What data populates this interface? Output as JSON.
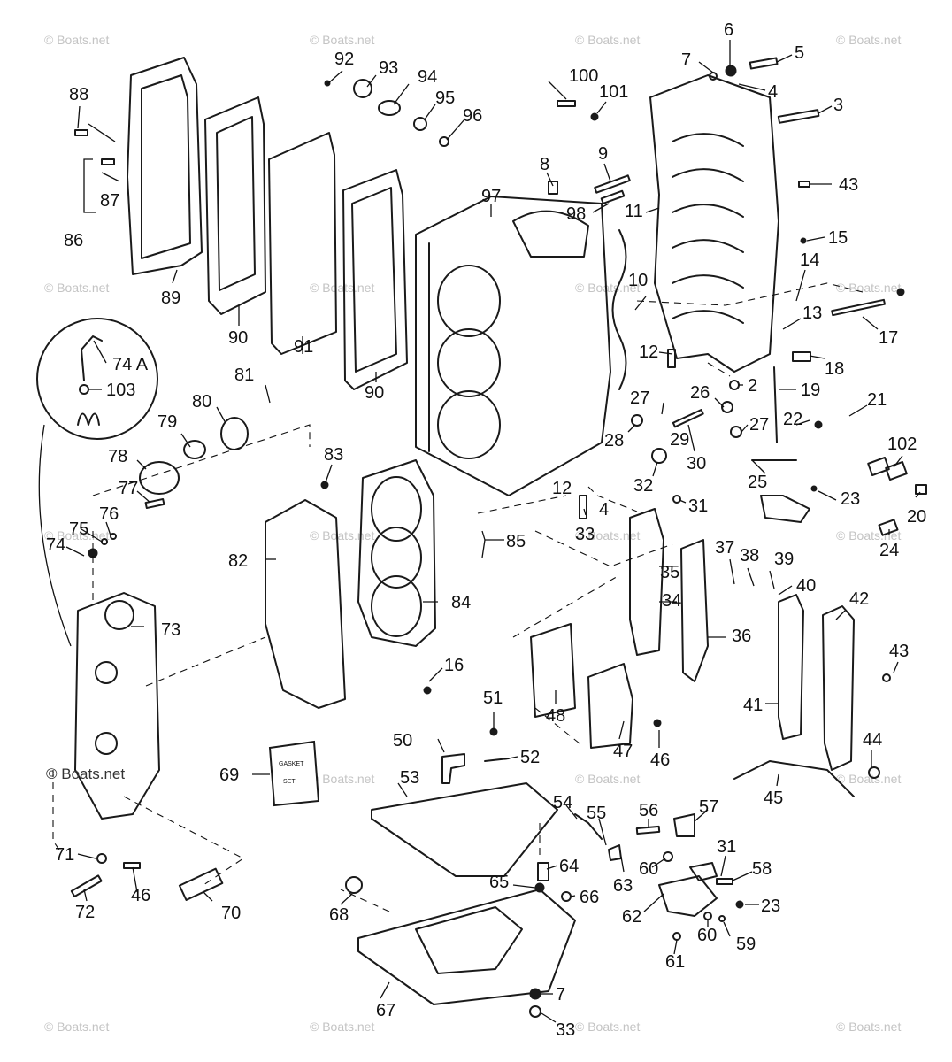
{
  "watermark": "© Boats.net",
  "overlay_watermark": "© Boats.net",
  "callouts": [
    "2",
    "3",
    "4",
    "4",
    "5",
    "6",
    "7",
    "7",
    "8",
    "9",
    "10",
    "11",
    "12",
    "12",
    "13",
    "14",
    "15",
    "16",
    "17",
    "18",
    "19",
    "20",
    "21",
    "22",
    "23",
    "23",
    "24",
    "25",
    "26",
    "27",
    "27",
    "28",
    "29",
    "30",
    "31",
    "31",
    "32",
    "33",
    "33",
    "34",
    "35",
    "36",
    "37",
    "38",
    "39",
    "40",
    "41",
    "42",
    "43",
    "43",
    "44",
    "45",
    "46",
    "46",
    "47",
    "48",
    "50",
    "51",
    "52",
    "53",
    "54",
    "55",
    "56",
    "57",
    "58",
    "59",
    "60",
    "60",
    "61",
    "62",
    "63",
    "64",
    "65",
    "66",
    "67",
    "68",
    "69",
    "70",
    "71",
    "72",
    "73",
    "74",
    "74 A",
    "75",
    "76",
    "77",
    "78",
    "79",
    "80",
    "81",
    "82",
    "83",
    "84",
    "85",
    "86",
    "87",
    "88",
    "89",
    "90",
    "90",
    "91",
    "92",
    "93",
    "94",
    "95",
    "96",
    "97",
    "98",
    "100",
    "101",
    "102",
    "103"
  ],
  "box_label": [
    "GASKET",
    "SET"
  ]
}
